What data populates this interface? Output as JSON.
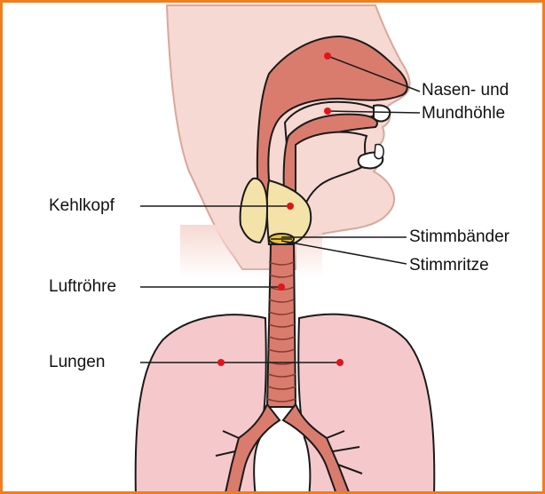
{
  "labels": {
    "nasen": "Nasen- und",
    "mundhoehle": "Mundhöhle",
    "kehlkopf": "Kehlkopf",
    "stimmbaender": "Stimmbänder",
    "stimmritze": "Stimmritze",
    "luftroehre": "Luftröhre",
    "lungen": "Lungen"
  },
  "colors": {
    "frame": "#f07d1e",
    "skin": "#f6d9d2",
    "lung": "#f5c9cb",
    "airway": "#d97c6e",
    "airway_dark": "#b85a4c",
    "larynx": "#f3e3a8",
    "glottis": "#e8c33a",
    "dot": "#e2141b",
    "line": "#1a1a1a"
  }
}
